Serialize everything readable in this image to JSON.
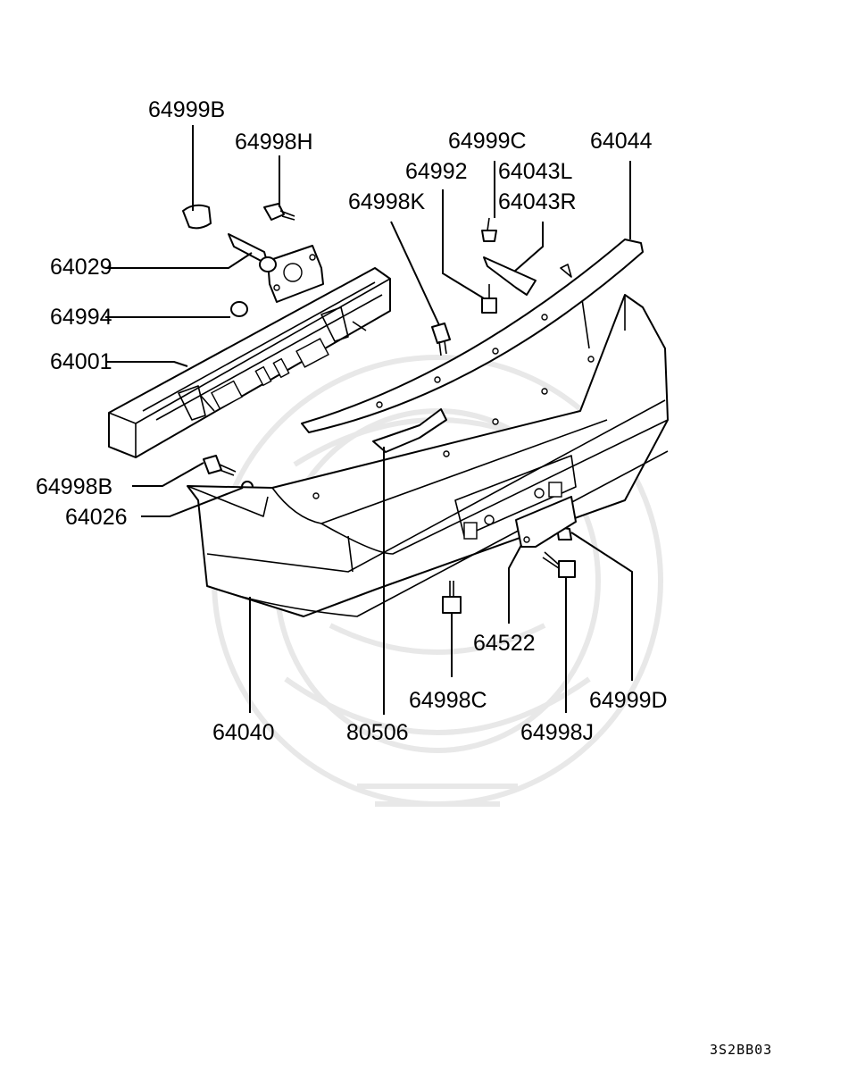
{
  "diagram_code": "3S2BB03",
  "callouts": {
    "p64999B": "64999B",
    "p64998H": "64998H",
    "p64029": "64029",
    "p64994": "64994",
    "p64001": "64001",
    "p64998B": "64998B",
    "p64026": "64026",
    "p64040": "64040",
    "p80506": "80506",
    "p64998K": "64998K",
    "p64992": "64992",
    "p64999C": "64999C",
    "p64043L": "64043L",
    "p64043R": "64043R",
    "p64044": "64044",
    "p64522": "64522",
    "p64998C": "64998C",
    "p64998J": "64998J",
    "p64999D": "64999D"
  }
}
